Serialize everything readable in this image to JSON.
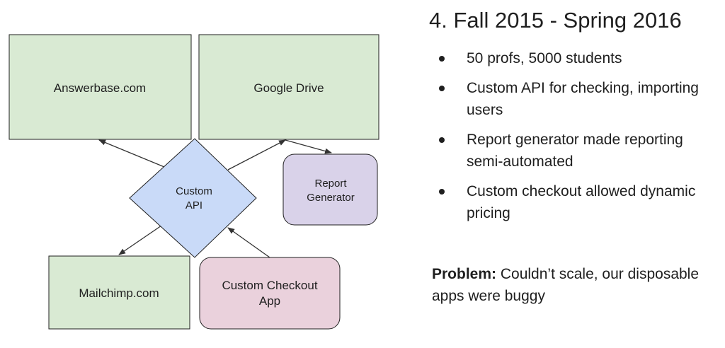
{
  "diagram": {
    "nodes": {
      "answerbase": {
        "label": "Answerbase.com",
        "fill": "#d9ead3"
      },
      "google_drive": {
        "label": "Google Drive",
        "fill": "#d9ead3"
      },
      "custom_api": {
        "lines": [
          "Custom",
          "API"
        ],
        "fill": "#c9daf8"
      },
      "report_generator": {
        "lines": [
          "Report",
          "Generator"
        ],
        "fill": "#d9d2e9"
      },
      "mailchimp": {
        "label": "Mailchimp.com",
        "fill": "#d9ead3"
      },
      "custom_checkout": {
        "lines": [
          "Custom Checkout",
          "App"
        ],
        "fill": "#ead1dc"
      }
    },
    "edges": [
      {
        "from": "custom_api",
        "to": "answerbase"
      },
      {
        "from": "custom_api",
        "to": "google_drive"
      },
      {
        "from": "google_drive",
        "to": "report_generator"
      },
      {
        "from": "custom_api",
        "to": "mailchimp"
      },
      {
        "from": "custom_checkout",
        "to": "custom_api"
      }
    ]
  },
  "slide": {
    "title": "4. Fall 2015 - Spring 2016",
    "bullets": [
      "50 profs, 5000 students",
      "Custom API for checking, importing users",
      "Report generator made reporting semi-automated",
      "Custom checkout allowed dynamic pricing"
    ],
    "problem_label": "Problem:",
    "problem_text": " Couldn’t scale, our disposable apps were buggy"
  }
}
